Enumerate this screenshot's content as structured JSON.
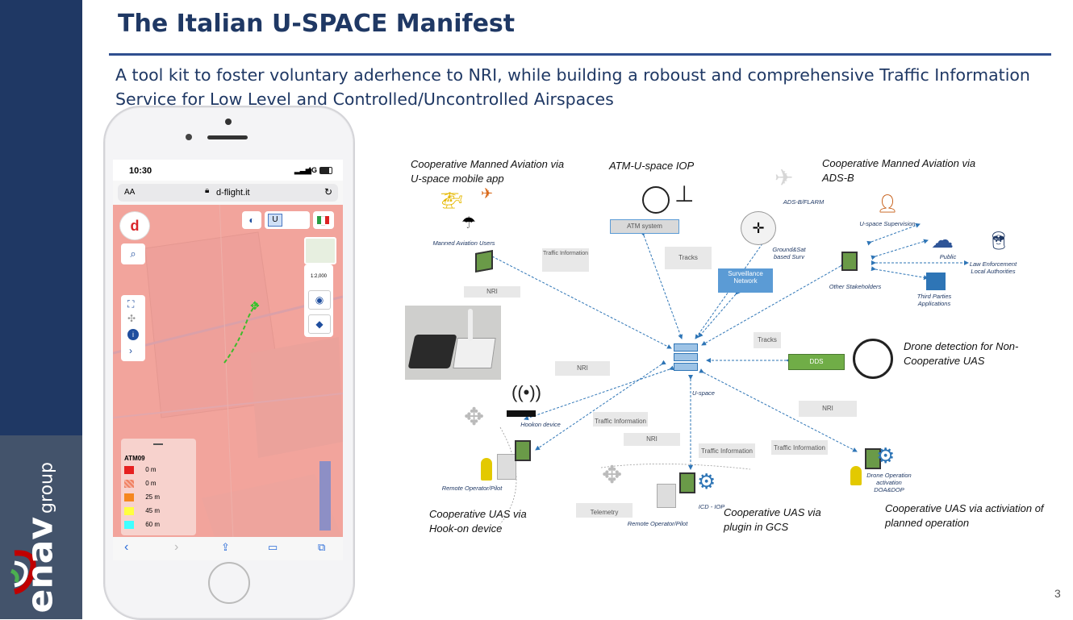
{
  "slide": {
    "title": "The Italian U-SPACE Manifest",
    "subtitle": "A tool kit to foster voluntary aderhence to NRI, while building a roboust and comprehensive Traffic Information Service for Low Level and Controlled/Uncontrolled Airspaces",
    "page_number": "3"
  },
  "logo": {
    "name": "enav",
    "sub": "group"
  },
  "phone": {
    "time": "10:30",
    "signal": "4G",
    "aa": "AA",
    "url": "d-flight.it",
    "scale": "1:2,000",
    "u_button": "U",
    "legend": {
      "title": "ATM09",
      "items": [
        {
          "color": "#e62020",
          "label": "0 m"
        },
        {
          "color": "#f08060",
          "label": "0 m"
        },
        {
          "color": "#f5871f",
          "label": "25 m"
        },
        {
          "color": "#ffff40",
          "label": "45 m"
        },
        {
          "color": "#40ffff",
          "label": "60 m"
        }
      ]
    }
  },
  "diagram": {
    "labels": {
      "coop_manned_app": "Cooperative Manned Aviation via U-space mobile app",
      "atm_iop": "ATM-U-space IOP",
      "coop_manned_adsb": "Cooperative Manned Aviation via ADS-B",
      "drone_detection": "Drone detection for Non-Cooperative UAS",
      "coop_uas_hook": "Cooperative UAS via Hook-on device",
      "coop_uas_plugin": "Cooperative UAS via plugin in GCS",
      "coop_uas_activation": "Cooperative UAS via activiation of planned operation"
    },
    "small": {
      "manned_users": "Manned Aviation Users",
      "adsb_flarm": "ADS-B/FLARM",
      "ground_sat": "Ground&Sat based Surv",
      "uspace_supervision": "U-space Supervision",
      "public": "Public",
      "law_enforcement": "Law Enforcement Local Authorities",
      "other_stakeholders": "Other Stakeholders",
      "third_parties": "Third Parties Applications",
      "uspace": "U-space",
      "hookon": "Hookon device",
      "remote_pilot_1": "Remote Operator/Pilot",
      "remote_pilot_2": "Remote Operator/Pilot",
      "icd_iop": "ICD - IOP",
      "drone_activation": "Drone Operation activation DOA&DOP"
    },
    "boxes": {
      "atm_system": "ATM system",
      "surveillance": "Surveillance Network",
      "dds": "DDS",
      "traffic_info_1": "Traffic Information",
      "nri_1": "NRI",
      "tracks_1": "Tracks",
      "tracks_2": "Tracks",
      "nri_2": "NRI",
      "traffic_info_2": "Traffic Information",
      "nri_3": "NRI",
      "nri_4": "NRI",
      "traffic_info_3": "Traffic Information",
      "traffic_info_4": "Traffic Information",
      "telemetry": "Telemetry"
    },
    "colors": {
      "arrow": "#2e75b6",
      "surveillance": "#5b9bd5",
      "dds": "#70ad47"
    }
  }
}
